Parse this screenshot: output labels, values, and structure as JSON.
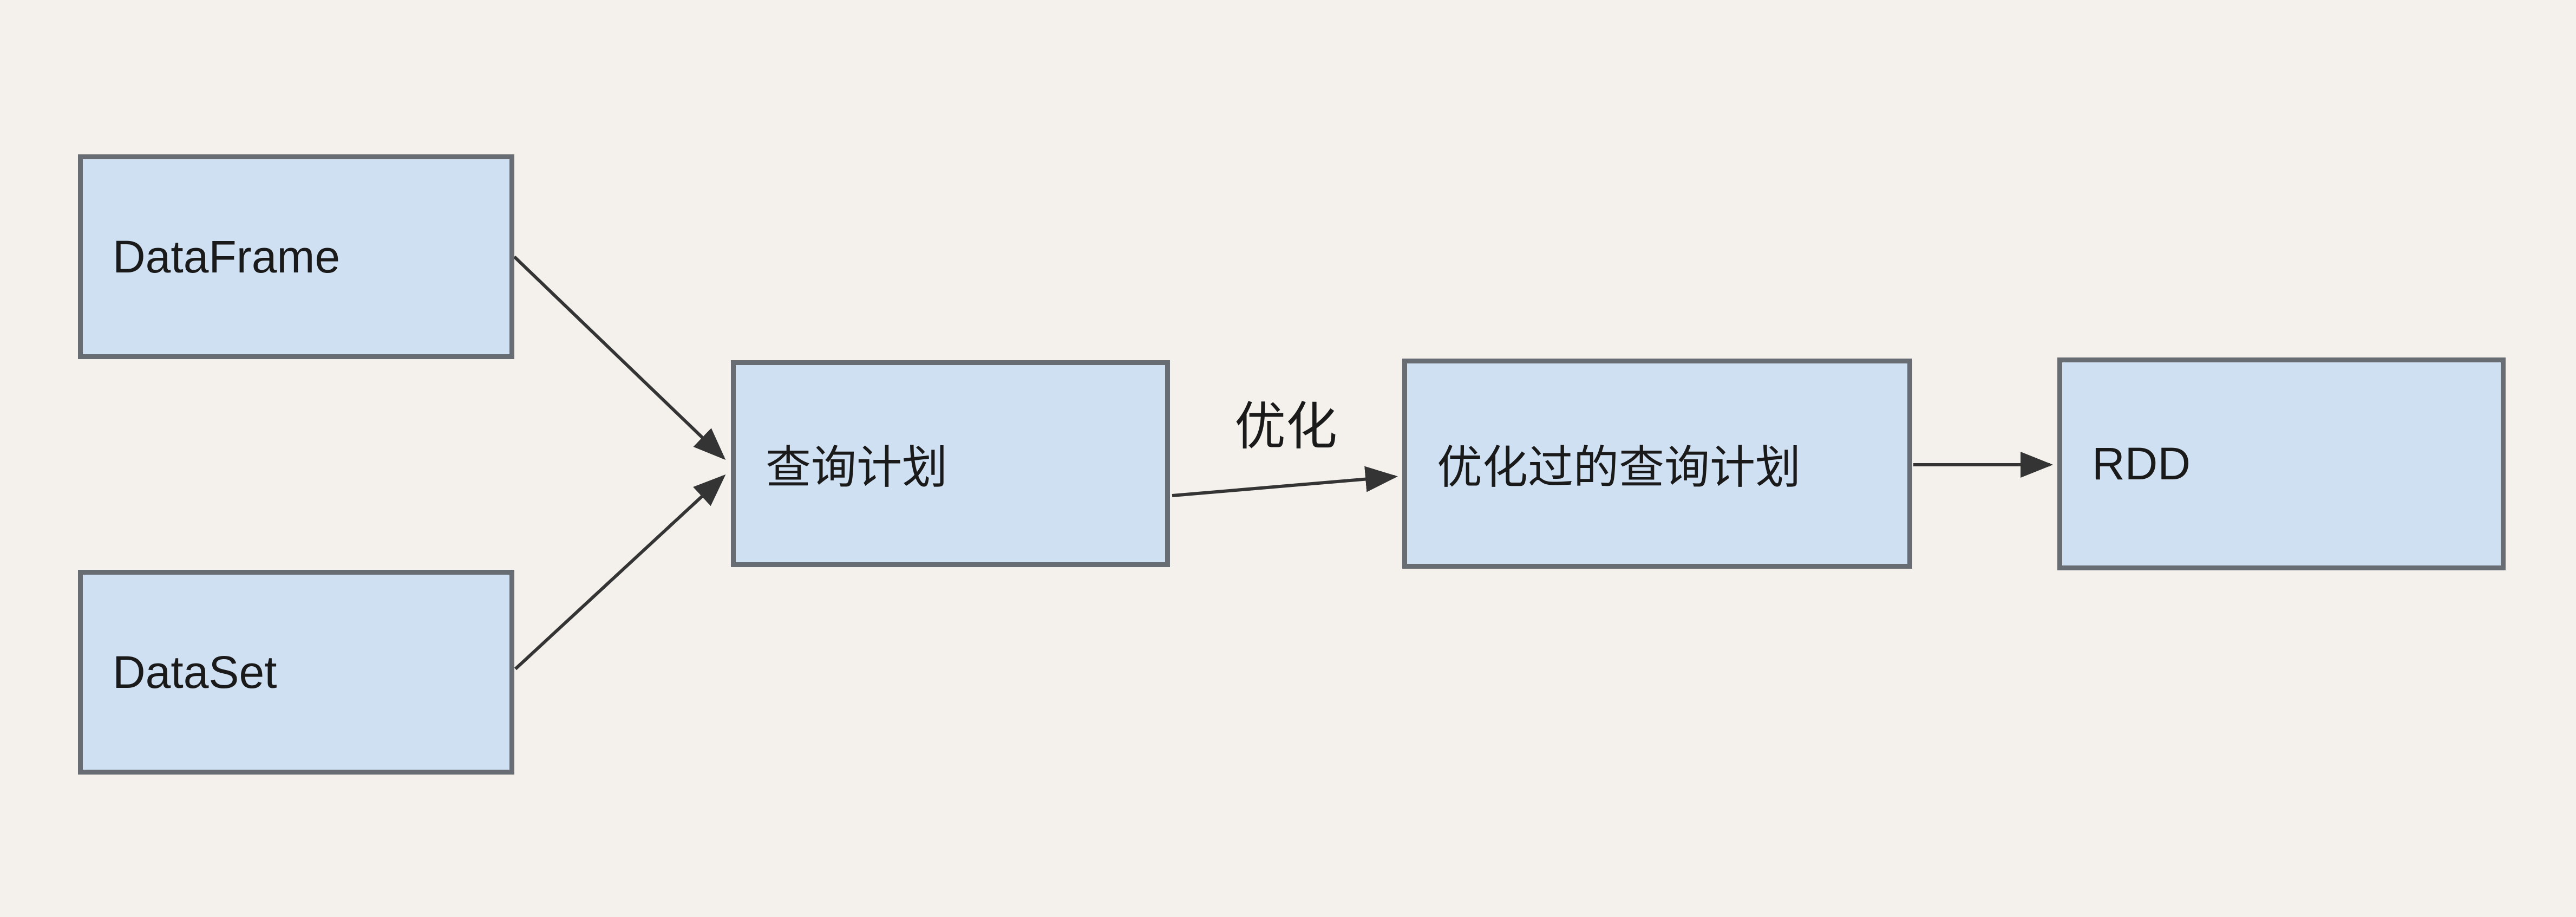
{
  "diagram": {
    "nodes": [
      {
        "id": "dataframe",
        "label": "DataFrame"
      },
      {
        "id": "dataset",
        "label": "DataSet"
      },
      {
        "id": "query-plan",
        "label": "查询计划"
      },
      {
        "id": "optimized-query-plan",
        "label": "优化过的查询计划"
      },
      {
        "id": "rdd",
        "label": "RDD"
      }
    ],
    "edges": [
      {
        "from": "dataframe",
        "to": "query-plan",
        "label": ""
      },
      {
        "from": "dataset",
        "to": "query-plan",
        "label": ""
      },
      {
        "from": "query-plan",
        "to": "optimized-query-plan",
        "label": "优化"
      },
      {
        "from": "optimized-query-plan",
        "to": "rdd",
        "label": ""
      }
    ],
    "colors": {
      "background": "#f4f1ec",
      "node_fill": "#cfe0f2",
      "node_border": "#686d73",
      "text": "#1a1a1a",
      "arrow": "#343434"
    }
  }
}
